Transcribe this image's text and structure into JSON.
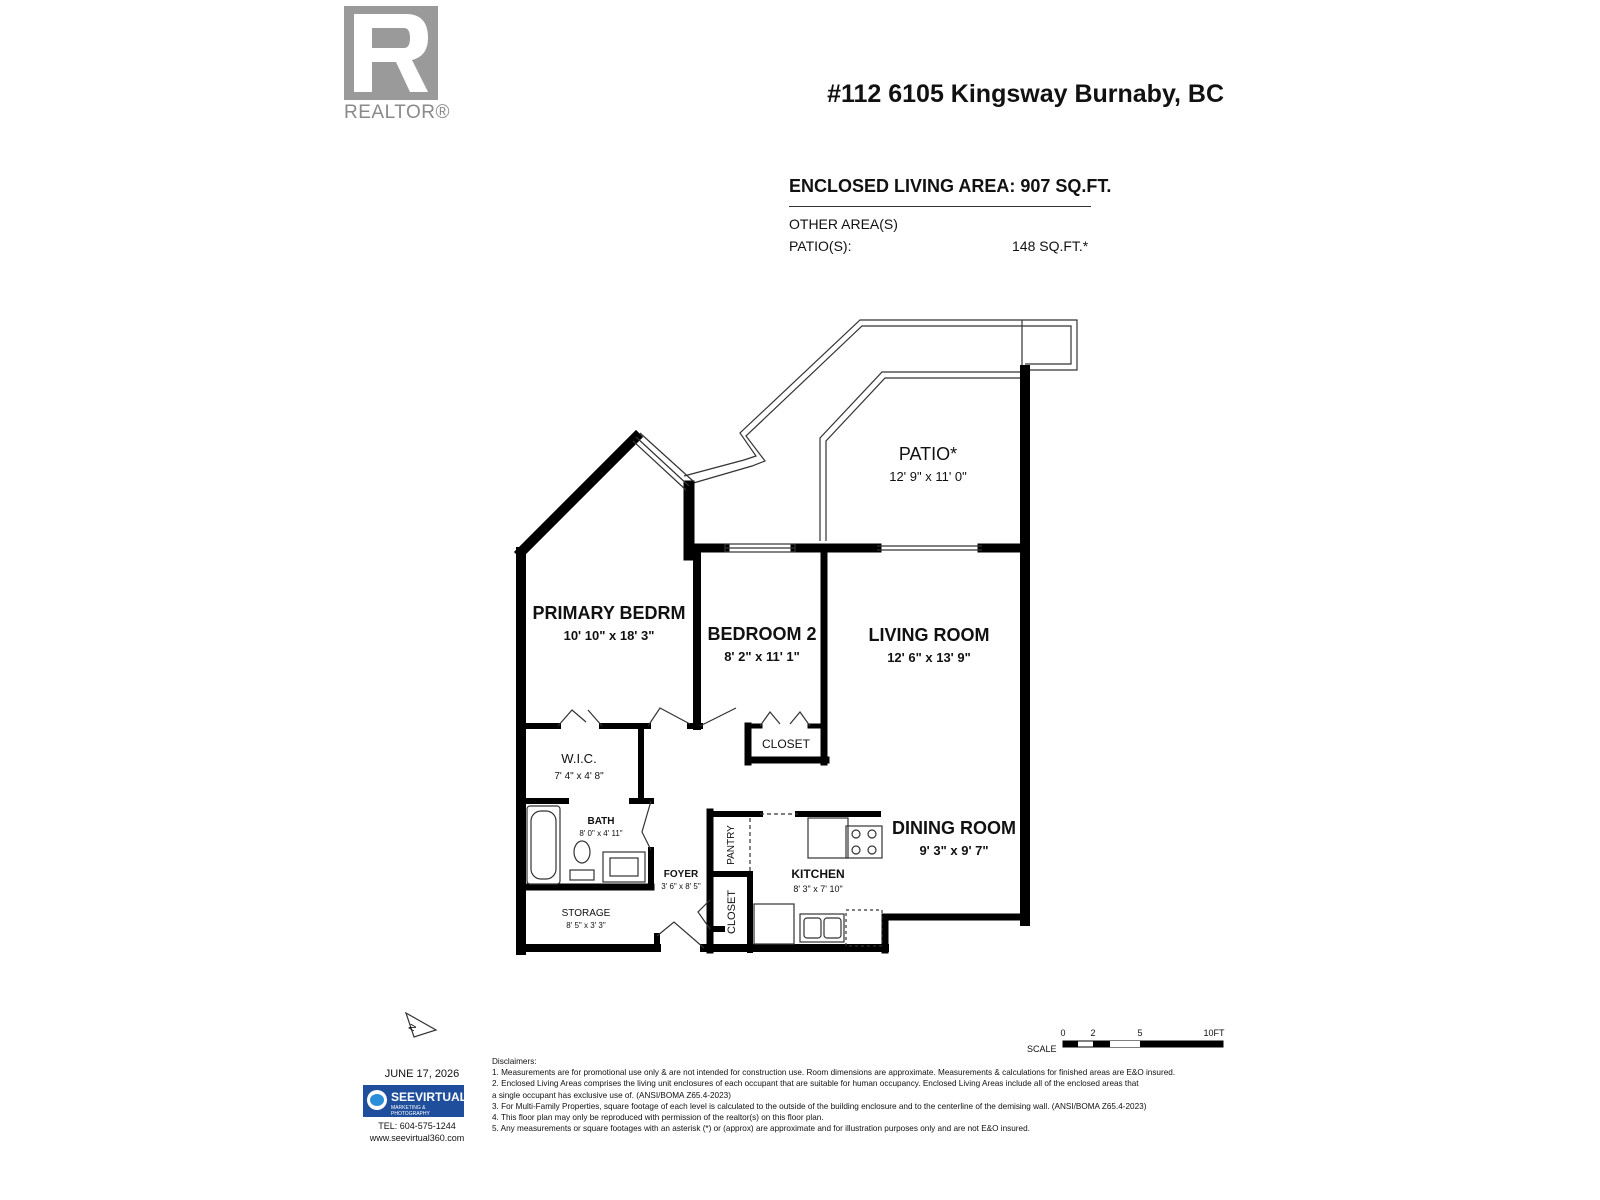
{
  "header": {
    "logo_text": "REALTOR®",
    "address": "#112 6105 Kingsway Burnaby, BC"
  },
  "areas": {
    "enclosed_title": "ENCLOSED LIVING AREA: 907 SQ.FT.",
    "other_label": "OTHER AREA(S)",
    "patio_label": "PATIO(S):",
    "patio_value": "148 SQ.FT.*"
  },
  "rooms": {
    "patio": {
      "name": "PATIO*",
      "dims": "12' 9\" x 11' 0\""
    },
    "primary": {
      "name": "PRIMARY BEDRM",
      "dims": "10' 10\" x 18' 3\""
    },
    "bedroom2": {
      "name": "BEDROOM 2",
      "dims": "8' 2\" x 11' 1\""
    },
    "living": {
      "name": "LIVING ROOM",
      "dims": "12' 6\" x 13' 9\""
    },
    "closet_b2": {
      "name": "CLOSET"
    },
    "wic": {
      "name": "W.I.C.",
      "dims": "7' 4\" x 4' 8\""
    },
    "bath": {
      "name": "BATH",
      "dims": "8' 0\" x 4' 11\""
    },
    "dining": {
      "name": "DINING ROOM",
      "dims": "9' 3\" x 9' 7\""
    },
    "pantry": {
      "name": "PANTRY"
    },
    "kitchen": {
      "name": "KITCHEN",
      "dims": "8' 3\" x 7' 10\""
    },
    "foyer": {
      "name": "FOYER",
      "dims": "3' 6\" x 8' 5\""
    },
    "storage": {
      "name": "STORAGE",
      "dims": "8' 5\" x 3' 3\""
    },
    "closet_entry": {
      "name": "CLOSET"
    }
  },
  "compass": {
    "letter": "N"
  },
  "scale": {
    "label": "SCALE",
    "ticks": [
      "0",
      "2",
      "5",
      "10FT"
    ]
  },
  "footer": {
    "date": "JUNE 17, 2026",
    "company_name": "SEEVIRTUAL",
    "company_tagline": "MARKETING & PHOTOGRAPHY",
    "tel": "TEL: 604-575-1244",
    "web": "www.seevirtual360.com"
  },
  "disclaimers": {
    "heading": "Disclaimers:",
    "lines": [
      "1. Measurements are for promotional use only & are not intended for construction use. Room dimensions are approximate. Measurements & calculations for finished areas are E&O insured.",
      "2. Enclosed Living Areas comprises the living unit enclosures of each occupant that are suitable for human occupancy. Enclosed Living Areas include all of the enclosed areas that",
      "a single occupant has exclusive use of. (ANSI/BOMA Z65.4-2023)",
      "3. For Multi-Family Properties, square footage of each level is calculated to the outside of the building enclosure and to the centerline of the demising wall. (ANSI/BOMA Z65.4-2023)",
      "4. This floor plan may only be reproduced with permission of the realtor(s) on this floor plan.",
      "5. Any measurements or square footages with an asterisk (*) or (approx) are approximate and for illustration purposes only and are not E&O insured."
    ]
  }
}
